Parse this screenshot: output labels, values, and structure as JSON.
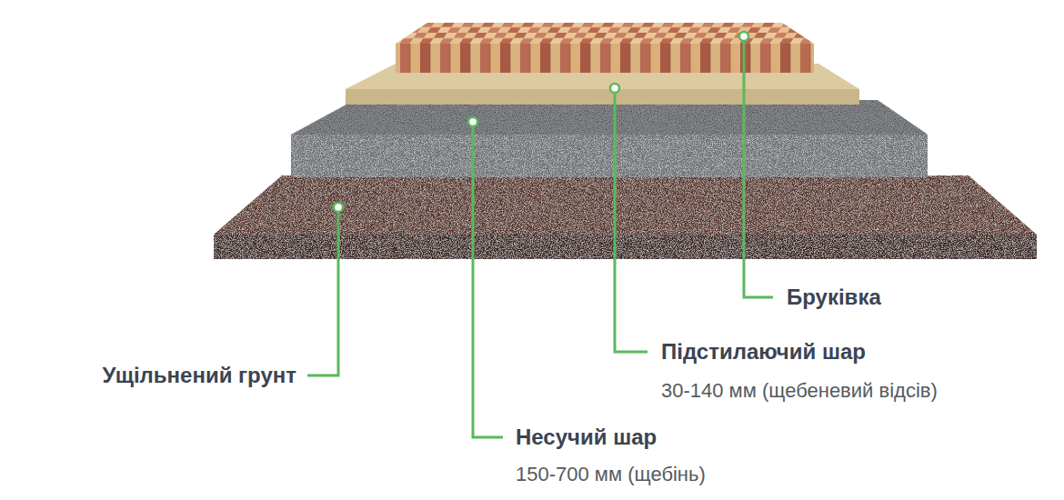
{
  "diagram": {
    "labels": [
      "Бруківка",
      "Підстилаючий шар",
      "30-140 мм (щебеневий відсів)",
      "Несучий шар",
      "150-700 мм (щебінь)",
      "Ущільнений грунт"
    ]
  }
}
